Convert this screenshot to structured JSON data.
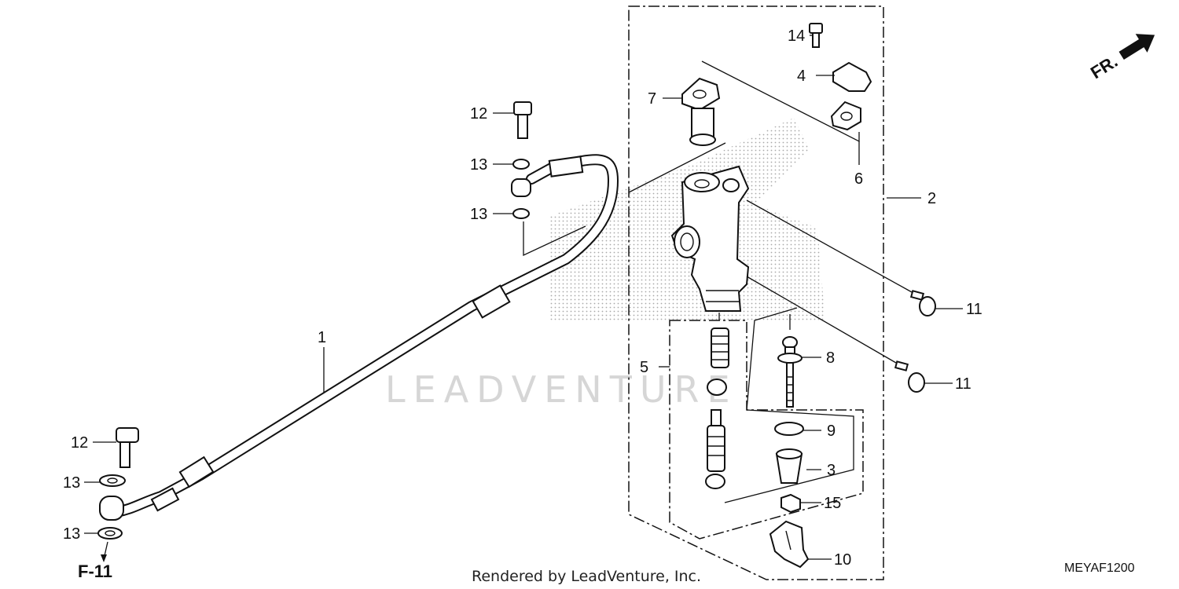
{
  "diagram": {
    "callouts": {
      "c1": "1",
      "c2": "2",
      "c3": "3",
      "c4": "4",
      "c5": "5",
      "c6": "6",
      "c7": "7",
      "c8": "8",
      "c9": "9",
      "c10": "10",
      "c11a": "11",
      "c11b": "11",
      "c12a": "12",
      "c12b": "12",
      "c13a": "13",
      "c13b": "13",
      "c13c": "13",
      "c13d": "13",
      "c14": "14",
      "c15": "15"
    },
    "ref_label": "F-11",
    "direction_label": "FR.",
    "credit": "Rendered by LeadVenture, Inc.",
    "diagram_code": "MEYAF1200",
    "watermark": "LEADVENTURE"
  },
  "colors": {
    "line": "#111111",
    "watermark": "#d6d6d6",
    "stipple": "#9a9a9a"
  }
}
